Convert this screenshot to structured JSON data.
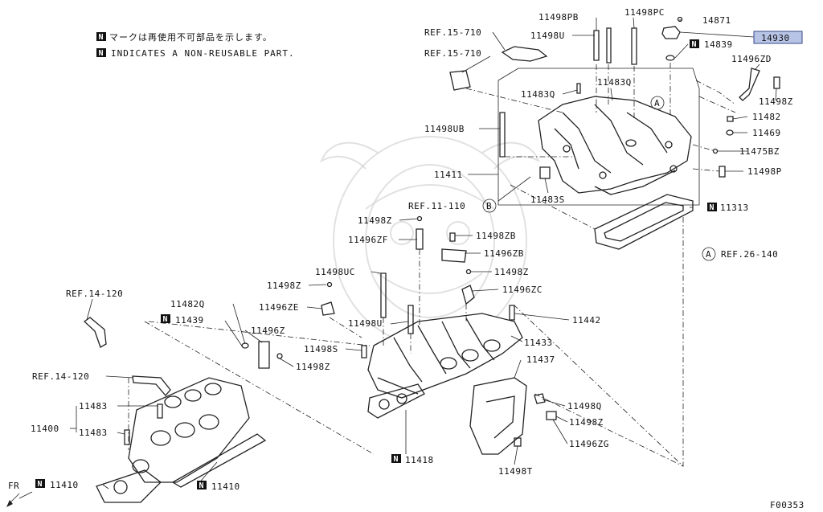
{
  "notes": {
    "jp": "マークは再使用不可部品を示します。",
    "en": "INDICATES A NON-REUSABLE PART.",
    "marker": "N"
  },
  "highlight": {
    "part": "14930",
    "color": "#b8c4e6"
  },
  "refs": {
    "ref_15_710_a": "REF.15-710",
    "ref_15_710_b": "REF.15-710",
    "ref_11_110": "REF.11-110",
    "ref_26_140": "REF.26-140",
    "ref_14_120_a": "REF.14-120",
    "ref_14_120_b": "REF.14-120",
    "circle_a": "A",
    "circle_b": "B"
  },
  "labels": {
    "p11498PB": "11498PB",
    "p11498PC": "11498PC",
    "p14871": "14871",
    "p11498U_top": "11498U",
    "p14839": "14839",
    "p11496ZD": "11496ZD",
    "p11483Q_a": "11483Q",
    "p11483Q_b": "11483Q",
    "p11498Z_r1": "11498Z",
    "p11482": "11482",
    "p11469": "11469",
    "p11498UB": "11498UB",
    "p11475BZ": "11475BZ",
    "p11411": "11411",
    "p11498P": "11498P",
    "p11483S": "11483S",
    "p11313": "11313",
    "p11498Z_c1": "11498Z",
    "p11498ZB": "11498ZB",
    "p11496ZF": "11496ZF",
    "p11496ZB": "11496ZB",
    "p11498UC": "11498UC",
    "p11498Z_c2": "11498Z",
    "p11498Z_c3": "11498Z",
    "p11496ZC": "11496ZC",
    "p11496ZE": "11496ZE",
    "p11482Q": "11482Q",
    "p11439": "11439",
    "p11496Z": "11496Z",
    "p11498U_mid": "11498U",
    "p11442": "11442",
    "p11433": "11433",
    "p11498S": "11498S",
    "p11498Z_l": "11498Z",
    "p11437": "11437",
    "p11483_a": "11483",
    "p11400": "11400",
    "p11483_b": "11483",
    "p11498Q": "11498Q",
    "p11498Z_b": "11498Z",
    "p11496ZG": "11496ZG",
    "p11418": "11418",
    "p11498T": "11498T",
    "p11410_a": "11410",
    "p11410_b": "11410",
    "fr": "FR",
    "figure_code": "F00353"
  }
}
